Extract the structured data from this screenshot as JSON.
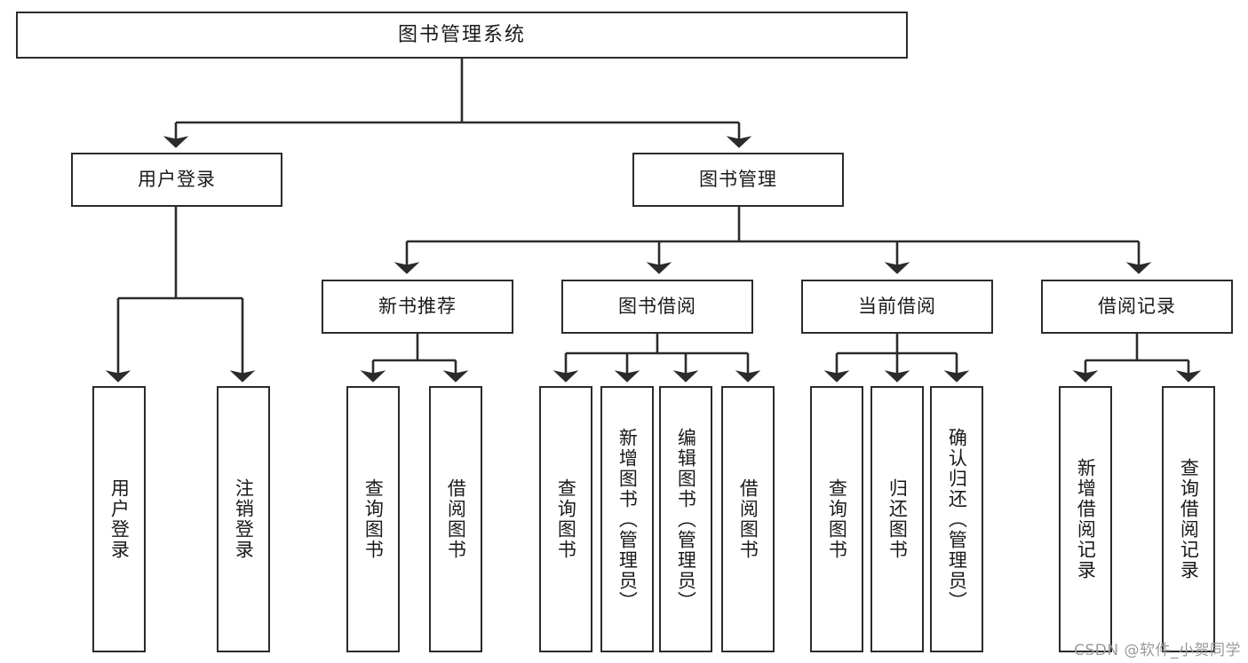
{
  "diagram": {
    "type": "tree-hierarchy-chart",
    "title": "图书管理系统",
    "orientation": "top-down",
    "line_color": "#2b2b2b",
    "box_fill": "#ffffff",
    "text_color": "#1a1a1a"
  },
  "watermark": {
    "text": "CSDN @软件_小贺同学",
    "color": "#9a9a9a"
  },
  "nodes": {
    "root": {
      "label": "图书管理系统"
    },
    "level2": [
      {
        "id": "user-login",
        "label": "用户登录"
      },
      {
        "id": "book-manage",
        "label": "图书管理"
      }
    ],
    "level3": [
      {
        "id": "new-book-recommend",
        "label": "新书推荐"
      },
      {
        "id": "book-borrow",
        "label": "图书借阅"
      },
      {
        "id": "current-borrow",
        "label": "当前借阅"
      },
      {
        "id": "borrow-record",
        "label": "借阅记录"
      }
    ],
    "leaves": {
      "user-login": [
        {
          "id": "leaf-user-login",
          "label": "用户登录"
        },
        {
          "id": "leaf-logout-login",
          "label": "注销登录"
        }
      ],
      "new-book-recommend": [
        {
          "id": "leaf-query-book-1",
          "label": "查询图书"
        },
        {
          "id": "leaf-borrow-book-1",
          "label": "借阅图书"
        }
      ],
      "book-borrow": [
        {
          "id": "leaf-query-book-2",
          "label": "查询图书"
        },
        {
          "id": "leaf-add-book",
          "label": "新增图书（管理员）"
        },
        {
          "id": "leaf-edit-book",
          "label": "编辑图书（管理员）"
        },
        {
          "id": "leaf-borrow-book-2",
          "label": "借阅图书"
        }
      ],
      "current-borrow": [
        {
          "id": "leaf-query-book-3",
          "label": "查询图书"
        },
        {
          "id": "leaf-return-book",
          "label": "归还图书"
        },
        {
          "id": "leaf-confirm-return",
          "label": "确认归还（管理员）"
        }
      ],
      "borrow-record": [
        {
          "id": "leaf-add-record",
          "label": "新增借阅记录"
        },
        {
          "id": "leaf-query-record",
          "label": "查询借阅记录"
        }
      ]
    }
  }
}
